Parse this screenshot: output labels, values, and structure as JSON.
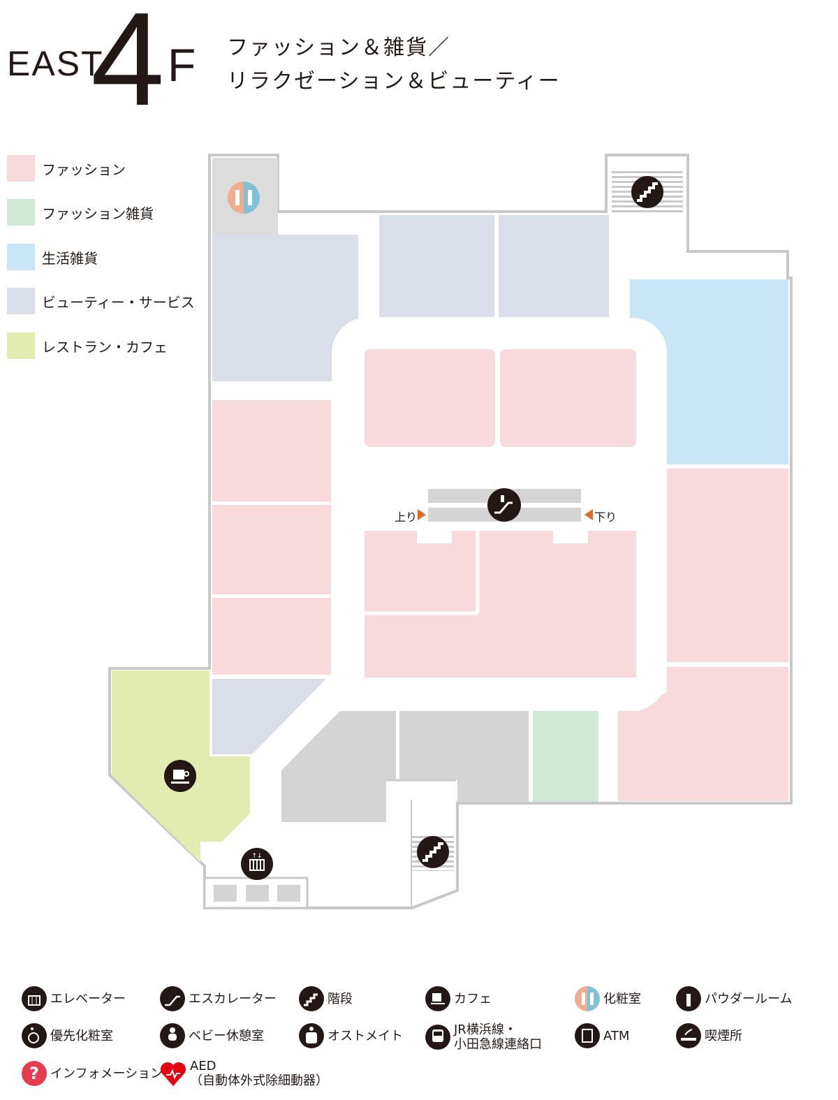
{
  "header": {
    "building": "EAST",
    "floor_number": "4",
    "floor_suffix": "F",
    "title_line1": "ファッション＆雑貨／",
    "title_line2": "リラクゼーション＆ビューティー"
  },
  "categories": [
    {
      "label": "ファッション",
      "color": "#f8d9dc"
    },
    {
      "label": "ファッション雑貨",
      "color": "#d0e8d6"
    },
    {
      "label": "生活雑貨",
      "color": "#c8e6f7"
    },
    {
      "label": "ビューティー・サービス",
      "color": "#dadee8"
    },
    {
      "label": "レストラン・カフェ",
      "color": "#e2ecb0"
    }
  ],
  "map": {
    "escalator_up": "上り",
    "escalator_down": "下り",
    "arrow_color": "#e06a26"
  },
  "legend": [
    {
      "icon": "elevator-icon",
      "label": "エレベーター"
    },
    {
      "icon": "escalator-icon",
      "label": "エスカレーター"
    },
    {
      "icon": "stairs-icon",
      "label": "階段"
    },
    {
      "icon": "cafe-icon",
      "label": "カフェ"
    },
    {
      "icon": "restroom-icon",
      "label": "化粧室"
    },
    {
      "icon": "powder-room-icon",
      "label": "パウダールーム"
    },
    {
      "icon": "accessible-restroom-icon",
      "label": "優先化粧室"
    },
    {
      "icon": "baby-room-icon",
      "label": "ベビー休憩室"
    },
    {
      "icon": "ostomate-icon",
      "label": "オストメイト"
    },
    {
      "icon": "train-icon",
      "label": "JR横浜線・",
      "label2": "小田急線連絡口"
    },
    {
      "icon": "atm-icon",
      "label": "ATM"
    },
    {
      "icon": "smoking-icon",
      "label": "喫煙所"
    },
    {
      "icon": "information-icon",
      "label": "インフォメーション"
    },
    {
      "icon": "aed-icon",
      "label": "AED",
      "label2": "（自動体外式除細動器）"
    }
  ]
}
